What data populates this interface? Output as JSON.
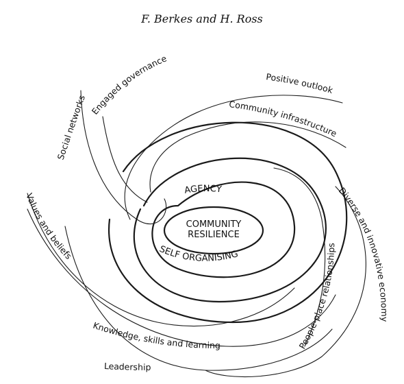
{
  "header": {
    "authors": "F. Berkes and H. Ross"
  },
  "center": {
    "line1": "COMMUNITY",
    "line2": "RESILIENCE",
    "agency": "AGENCY",
    "self_organising": "SELF ORGANISING"
  },
  "arms": {
    "social_networks": "Social networks",
    "engaged_governance": "Engaged governance",
    "positive_outlook": "Positive outlook",
    "community_infrastructure": "Community infrastructure",
    "diverse_economy": "Diverse and innovative economy",
    "people_place": "People-place relationships",
    "values_beliefs": "Values and beliefs",
    "knowledge_skills": "Knowledge, skills and learning",
    "leadership": "Leadership"
  }
}
